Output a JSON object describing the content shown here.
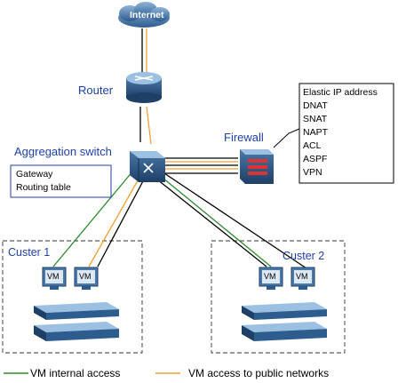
{
  "nodes": {
    "internet": "Internet",
    "router": "Router",
    "aggregation_switch": "Aggregation switch",
    "firewall": "Firewall"
  },
  "switch_box": [
    "Gateway",
    "Routing table"
  ],
  "firewall_box": [
    "Elastic IP address",
    "DNAT",
    "SNAT",
    "NAPT",
    "ACL",
    "ASPF",
    "VPN"
  ],
  "clusters": [
    {
      "label": "Custer 1",
      "vms": [
        "VM",
        "VM"
      ]
    },
    {
      "label": "Custer 2",
      "vms": [
        "VM",
        "VM"
      ]
    }
  ],
  "legend": {
    "internal": {
      "label": "VM internal access",
      "color": "#2e8b2e"
    },
    "public": {
      "label": "VM access to public networks",
      "color": "#f0a030"
    }
  },
  "colors": {
    "label_blue": "#1f3fa8",
    "device_blue": "#2d5c8f",
    "black_link": "#000000"
  }
}
